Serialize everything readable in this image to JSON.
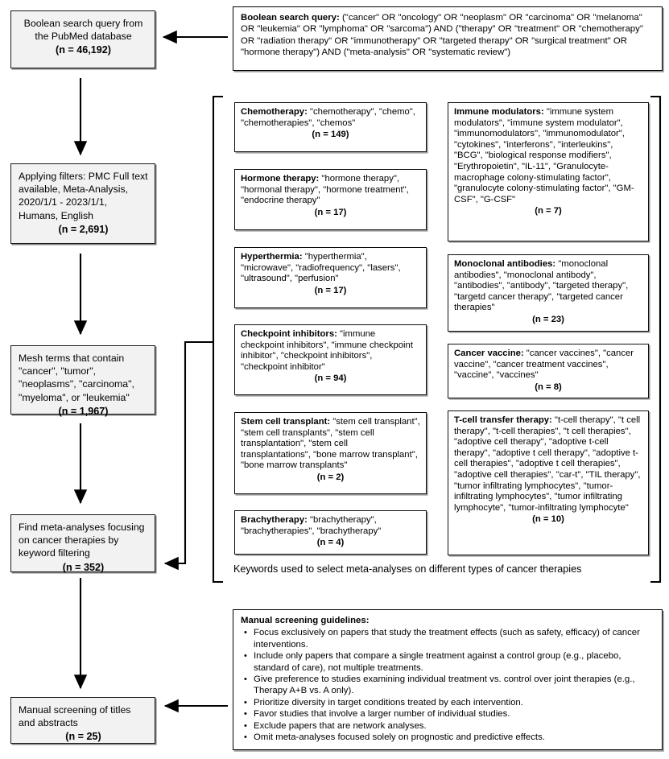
{
  "diagram": {
    "title": "PRISMA-style literature selection flowchart",
    "caption": "Keywords used to select meta-analyses on different types of cancer therapies"
  },
  "stages": [
    {
      "id": "stage-search",
      "text": "Boolean search query from the PubMed database",
      "count": "(n = 46,192)"
    },
    {
      "id": "stage-filters",
      "text": "Applying filters:  PMC Full text available, Meta-Analysis, 2020/1/1 - 2023/1/1, Humans, English",
      "count": "(n = 2,691)"
    },
    {
      "id": "stage-mesh",
      "text": "Mesh terms that contain \"cancer\", \"tumor\", \"neoplasms\", \"carcinoma\", \"myeloma\", or \"leukemia\"",
      "count": "(n = 1,967)"
    },
    {
      "id": "stage-keyword-filter",
      "text": "Find meta-analyses focusing on cancer therapies by keyword filtering",
      "count": "(n = 352)"
    },
    {
      "id": "stage-manual-screening",
      "text": "Manual screening of titles and abstracts",
      "count": "(n = 25)"
    }
  ],
  "query_box": {
    "label": "Boolean search query:",
    "body": " (\"cancer\" OR \"oncology\" OR \"neoplasm\" OR \"carcinoma\" OR \"melanoma\" OR \"leukemia\" OR \"lymphoma\" OR \"sarcoma\") AND (\"therapy\" OR \"treatment\" OR \"chemotherapy\" OR \"radiation therapy\" OR \"immunotherapy\" OR \"targeted therapy\" OR \"surgical treatment\" OR \"hormone therapy\") AND (\"meta-analysis\" OR \"systematic review\")"
  },
  "keyword_groups_left": [
    {
      "label": "Chemotherapy:",
      "terms": " \"chemotherapy\", \"chemo\", \"chemotherapies\", \"chemos\"",
      "count": "(n = 149)"
    },
    {
      "label": "Hormone therapy:",
      "terms": " \"hormone therapy\", \"hormonal therapy\", \"hormone treatment\", \"endocrine therapy\"",
      "count": "(n = 17)"
    },
    {
      "label": "Hyperthermia:",
      "terms": " \"hyperthermia\", \"microwave\", \"radiofrequency\", \"lasers\", \"ultrasound\", \"perfusion\"",
      "count": "(n = 17)"
    },
    {
      "label": "Checkpoint inhibitors:",
      "terms": " \"immune checkpoint inhibitors\", \"immune checkpoint inhibitor\", \"checkpoint inhibitors\", \"checkpoint inhibitor\"",
      "count": "(n = 94)"
    },
    {
      "label": "Stem cell transplant:",
      "terms": " \"stem cell transplant\", \"stem cell transplants\", \"stem cell transplantation\", \"stem cell transplantations\", \"bone marrow transplant\", \"bone marrow transplants\"",
      "count": "(n = 2)"
    },
    {
      "label": "Brachytherapy:",
      "terms": " \"brachytherapy\", \"brachytherapies\", \"brachytherapy\"",
      "count": "(n = 4)"
    }
  ],
  "keyword_groups_right": [
    {
      "label": "Immune modulators:",
      "terms": " \"immune system modulators\", \"immune system modulator\", \"immunomodulators\", \"immunomodulator\", \"cytokines\", \"interferons\", \"interleukins\", \"BCG\", \"biological response modifiers\", \"Erythropoietin\", \"IL-11\", \"Granulocyte-macrophage colony-stimulating factor\", \"granulocyte colony-stimulating factor\", \"GM-CSF\", \"G-CSF\"",
      "count": "(n = 7)"
    },
    {
      "label": "Monoclonal antibodies:",
      "terms": " \"monoclonal antibodies\", \"monoclonal antibody\", \"antibodies\", \"antibody\", \"targeted therapy\", \"targetd cancer therapy\", \"targeted cancer therapies\"",
      "count": "(n = 23)"
    },
    {
      "label": "Cancer vaccine:",
      "terms": " \"cancer vaccines\", \"cancer vaccine\", \"cancer treatment vaccines\", \"vaccine\", \"vaccines\"",
      "count": "(n = 8)"
    },
    {
      "label": "T-cell transfer therapy:",
      "terms": " \"t-cell therapy\", \"t cell therapy\", \"t-cell therapies\", \"t cell therapies\", \"adoptive cell therapy\", \"adoptive t-cell therapy\", \"adoptive t cell therapy\", \"adoptive t-cell therapies\", \"adoptive t cell therapies\", \"adoptive cell therapies\", \"car-t\", \"TIL therapy\", \"tumor infiltrating lymphocytes\", \"tumor-infiltrating lymphocytes\", \"tumor infiltrating lymphocyte\", \"tumor-infiltrating lymphocyte\"",
      "count": "(n = 10)"
    }
  ],
  "guidelines": {
    "title": "Manual screening guidelines:",
    "items": [
      "Focus exclusively on papers that study the treatment effects (such as safety, efficacy) of cancer interventions.",
      "Include only papers that compare a single treatment against a control group (e.g., placebo, standard of care), not multiple treatments.",
      "Give preference to studies examining individual treatment vs. control over joint therapies (e.g., Therapy A+B vs. A only).",
      "Prioritize diversity in target conditions treated by each intervention.",
      "Favor studies that involve a larger number of individual studies.",
      "Exclude papers that are network analyses.",
      "Omit meta-analyses focused solely on prognostic and predictive effects."
    ]
  },
  "colors": {
    "stage_fill": "#f2f2f2",
    "stroke": "#000000",
    "page_background": "#ffffff"
  }
}
